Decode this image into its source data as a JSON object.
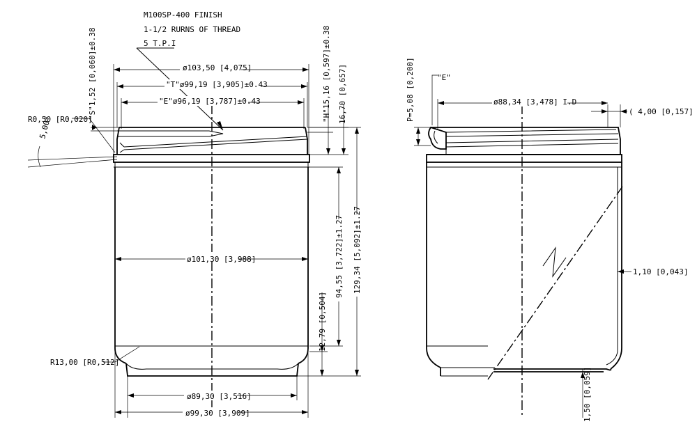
{
  "notes": {
    "finish": "M100SP-400 FINISH",
    "turns": "1-1/2 RURNS OF THREAD",
    "tpi": "5 T.P.I"
  },
  "front_view": {
    "d_outer_top": "ø103,50 [4,075]",
    "d_t": "\"T\"ø99,19 [3,905]±0.43",
    "d_e": "\"E\"ø96,19 [3,787]±0.43",
    "s_dim": "\"S\"1,52 [0,060]±0.38",
    "h_dim": "\"H\"15,16 [0,597]±0.38",
    "h2_dim": "16,70 [0,657]",
    "radius_top": "R0,50 [R0,020]",
    "angle": "5,00°",
    "d_body": "ø101,30 [3,988]",
    "h_body": "94,55 [3,722]±1.27",
    "h_total": "129,34 [5,092]±1.27",
    "h_base": "12,79 [0,504]",
    "radius_base": "R13,00 [R0,512]",
    "d_base_inner": "ø89,30 [3,516]",
    "d_base_outer": "ø99,30 [3,909]"
  },
  "side_view": {
    "e_label": "\"E\"",
    "p_dim": "P=5,08 [0,200]",
    "d_id": "ø88,34 [3,478] I.D",
    "wall_top": "( 4,00 [0,157] )",
    "wall": "1,10 [0,043]",
    "base_thk": "1,50 [0,059]"
  }
}
